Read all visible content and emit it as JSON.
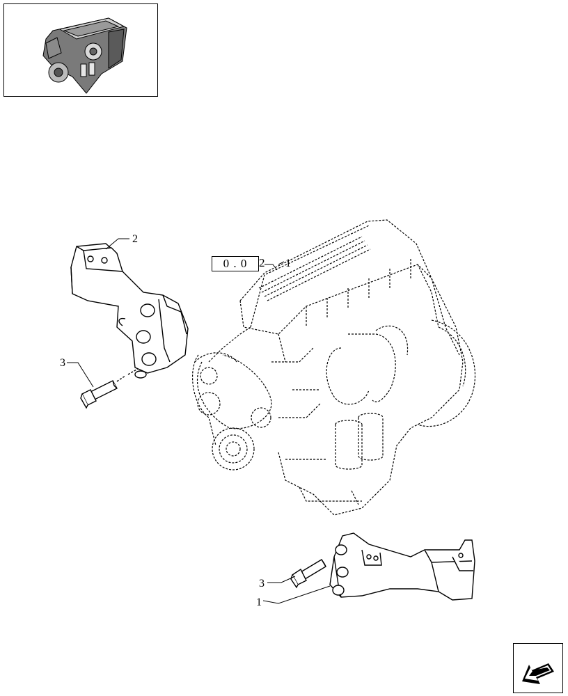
{
  "reference": {
    "boxed_text": "0 . 0",
    "suffix_text": "2"
  },
  "callouts": {
    "c1_top": "1",
    "c2": "2",
    "c3_left": "3",
    "c3_bottom": "3",
    "c1_bottom": "1"
  },
  "icons": {
    "thumbnail": "engine-thumbnail-icon",
    "navigation": "next-page-arrow-icon"
  }
}
